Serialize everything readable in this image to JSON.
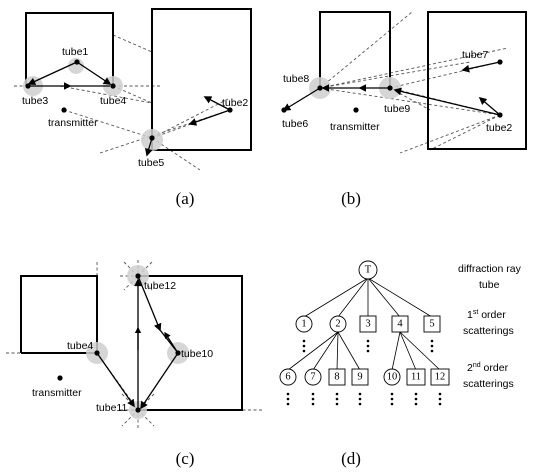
{
  "panels": {
    "a": {
      "caption": "(a)",
      "labels": {
        "tube1": "tube1",
        "tube2": "tube2",
        "tube3": "tube3",
        "tube4": "tube4",
        "tube5": "tube5",
        "transmitter": "transmitter"
      }
    },
    "b": {
      "caption": "(b)",
      "labels": {
        "tube2": "tube2",
        "tube6": "tube6",
        "tube7": "tube7",
        "tube8": "tube8",
        "tube9": "tube9",
        "transmitter": "transmitter"
      }
    },
    "c": {
      "caption": "(c)",
      "labels": {
        "tube4": "tube4",
        "tube10": "tube10",
        "tube11": "tube11",
        "tube12": "tube12",
        "transmitter": "transmitter"
      }
    },
    "d": {
      "caption": "(d)",
      "root": "T",
      "level1": [
        "1",
        "2",
        "3",
        "4",
        "5"
      ],
      "level2": [
        "6",
        "7",
        "8",
        "9",
        "10",
        "11",
        "12"
      ],
      "legend": {
        "root_line1": "diffraction ray",
        "root_line2": "tube",
        "first_num": "1",
        "first_sup": "st",
        "first_rest": " order",
        "first_line2": "scatterings",
        "second_num": "2",
        "second_sup": "nd",
        "second_rest": " order",
        "second_line2": "scatterings"
      }
    }
  }
}
